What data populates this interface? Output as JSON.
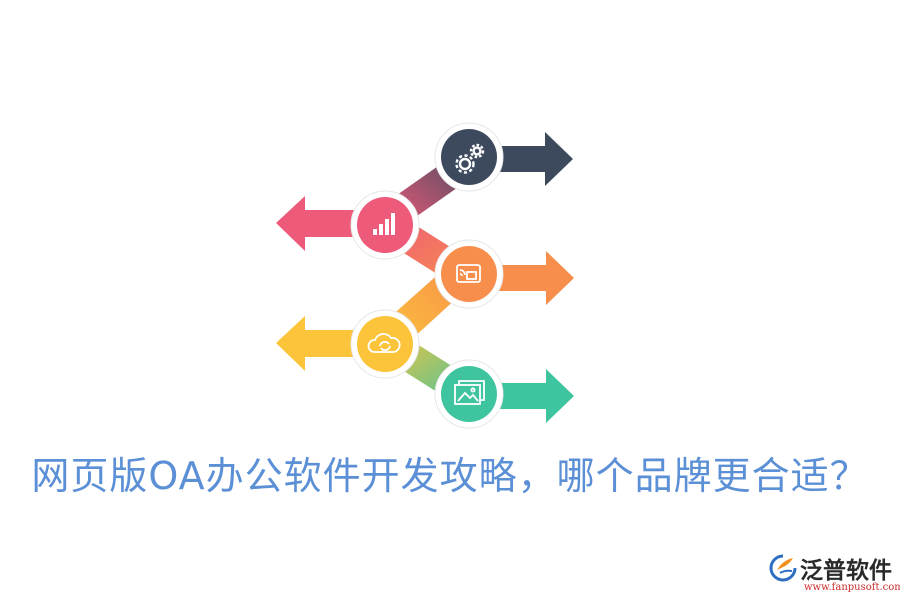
{
  "title": "网页版OA办公软件开发攻略，哪个品牌更合适？",
  "brand": {
    "name": "泛普软件",
    "url": "www.fanpusoft.com",
    "logo_icon": "fanpu-logo-icon"
  },
  "steps": [
    {
      "icon": "gears-icon",
      "color": "#3d4a5e",
      "direction": "right"
    },
    {
      "icon": "bar-chart-icon",
      "color": "#ee5a79",
      "direction": "left"
    },
    {
      "icon": "screen-cast-icon",
      "color": "#f78e4c",
      "direction": "right"
    },
    {
      "icon": "cloud-sync-icon",
      "color": "#fcc43a",
      "direction": "left"
    },
    {
      "icon": "image-gallery-icon",
      "color": "#3fc4a0",
      "direction": "right"
    }
  ]
}
